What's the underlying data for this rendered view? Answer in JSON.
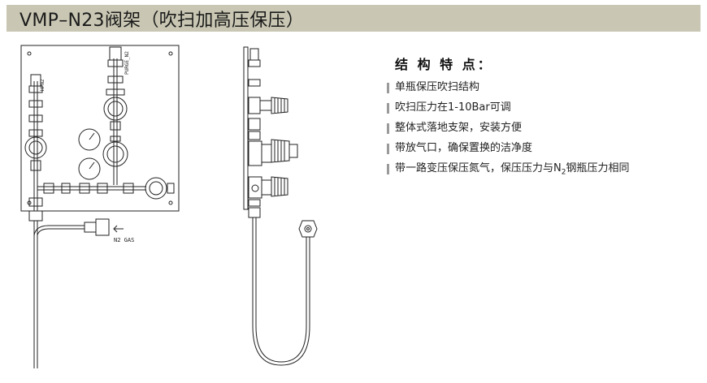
{
  "header": {
    "title": "VMP–N23阀架（吹扫加高压保压）"
  },
  "drawing": {
    "left_labels": {
      "hpn2": "HPN2",
      "purge_n2": "PURGE_N2",
      "n2_gas": "N2 GAS"
    }
  },
  "features": {
    "title": "结 构 特 点：",
    "items": [
      {
        "text": "单瓶保压吹扫结构"
      },
      {
        "text": "吹扫压力在1-10Bar可调"
      },
      {
        "text": "整体式落地支架，安装方便"
      },
      {
        "text": "带放气口，确保置换的洁净度"
      },
      {
        "text_before": "带一路变压保压氮气，保压压力与N",
        "sub": "2",
        "text_after": "钢瓶压力相同"
      }
    ]
  }
}
